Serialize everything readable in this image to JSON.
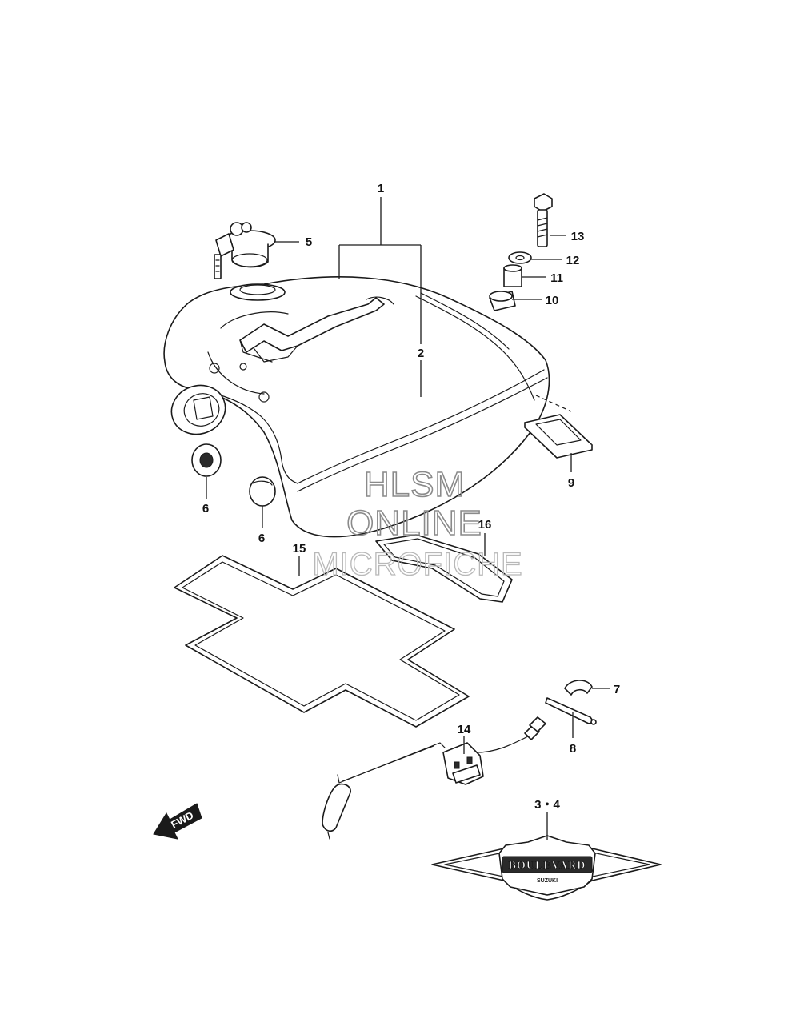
{
  "callouts": {
    "c1": "1",
    "c2": "2",
    "c5": "5",
    "c13": "13",
    "c12": "12",
    "c11": "11",
    "c10": "10",
    "c9": "9",
    "c6a": "6",
    "c6b": "6",
    "c16": "16",
    "c15": "15",
    "c7": "7",
    "c8": "8",
    "c14": "14",
    "c34": "3・4"
  },
  "watermark": {
    "line1": "HLSM",
    "line2": "ONLINE",
    "line3": "MICROFICHE"
  },
  "forward_arrow_label": "FWD",
  "emblem": {
    "main_text": "BOULEVARD",
    "sub_text": "SUZUKI"
  }
}
